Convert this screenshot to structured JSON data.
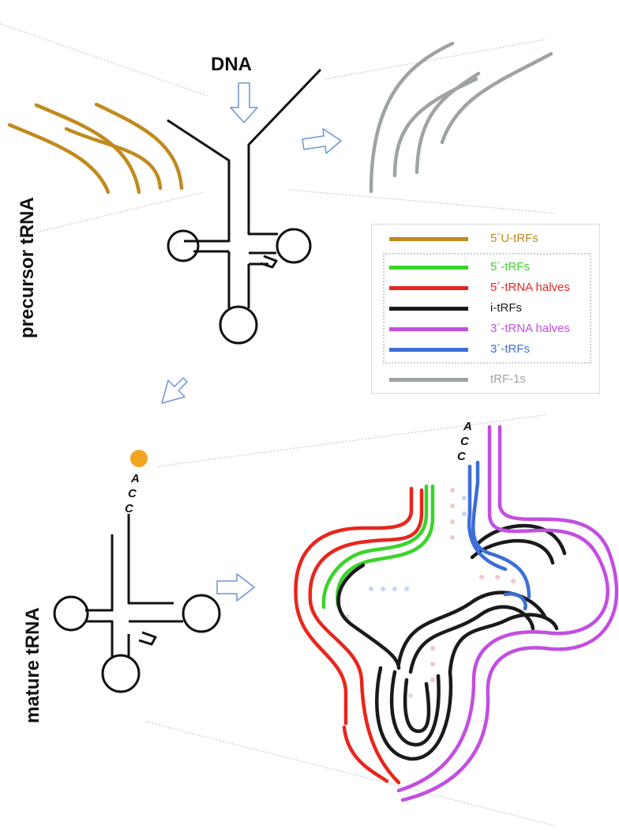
{
  "labels": {
    "dna": "DNA",
    "precursor": "precursor tRNA",
    "mature": "mature tRNA",
    "acc_small": [
      "A",
      "C",
      "C"
    ],
    "acc_large": [
      "A",
      "C",
      "C"
    ]
  },
  "legend": [
    {
      "name": "5´U-tRFs",
      "color": "#c08a1e"
    },
    {
      "name": "5´-tRFs",
      "color": "#3ad429"
    },
    {
      "name": "5´-tRNA halves",
      "color": "#e8261e"
    },
    {
      "name": "i-tRFs",
      "color": "#1a1a1a"
    },
    {
      "name": "3´-tRNA halves",
      "color": "#c24fe0"
    },
    {
      "name": "3´-tRFs",
      "color": "#3c6ed8"
    },
    {
      "name": "tRF-1s",
      "color": "#9ea3a3"
    }
  ],
  "colors": {
    "arrow": "#6f94d6",
    "structure": "#111111",
    "cca_dot": "#f3a41f",
    "guide": "#c8cccc"
  }
}
